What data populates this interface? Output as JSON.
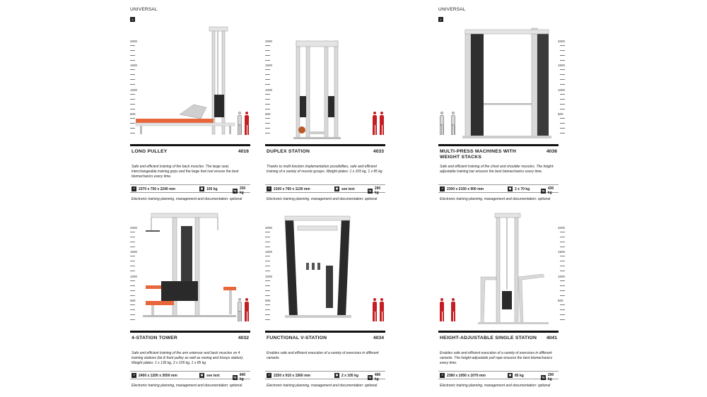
{
  "sections": [
    {
      "label": "UNIVERSAL",
      "page_num": "4"
    },
    {
      "label": "UNIVERSAL",
      "page_num": "4"
    }
  ],
  "scale_ticks": [
    "2000",
    "1500",
    "1000",
    "500"
  ],
  "footnote": "Electronic training planning, management and documentation: optional",
  "cards": [
    {
      "title": "LONG PULLEY",
      "code": "4016",
      "description": "Safe and efficient training of the back muscles. The large seat, interchangeable training grips and the large foot rest ensure the best biomechanics every time.",
      "dimensions": "2370 x 750 x 2240 mm",
      "plates": "105 kg",
      "weight": "330 kg"
    },
    {
      "title": "DUPLEX STATION",
      "code": "4033",
      "description": "Thanks to multi-function implementation possibilities, safe and efficient training of a variety of muscle groups. Weight plates: 1 x 105 kg, 1 x 85 kg",
      "dimensions": "2100 x 760 x 1130 mm",
      "plates": "see text",
      "weight": "290 kg"
    },
    {
      "title": "MULTI-PRESS MACHINES WITH WEIGHT STACKS",
      "code": "4036",
      "description": "Safe and efficient training of the chest and shoulder muscles. The height-adjustable training bar ensures the best biomechanics every time.",
      "dimensions": "2300 x 2150 x 900 mm",
      "plates": "2 x 70 kg",
      "weight": "430 kg"
    },
    {
      "title": "4-STATION TOWER",
      "code": "4032",
      "description": "Safe and efficient training of the arm extensor and back muscles on 4 training stations (lat & front pulley as well as rowing and triceps station). Weight plates: 1 x 135 kg, 2 x 105 kg, 1 x 85 kg",
      "dimensions": "2400 x 1200 x 3050 mm",
      "plates": "see text",
      "weight": "840 kg"
    },
    {
      "title": "FUNCTIONAL V-STATION",
      "code": "4034",
      "description": "Enables safe and efficient execution of a variety of exercises in different variants.",
      "dimensions": "2250 x 910 x 1560 mm",
      "plates": "2 x 105 kg",
      "weight": "490 kg"
    },
    {
      "title": "HEIGHT-ADJUSTABLE SINGLE STATION",
      "code": "4041",
      "description": "Enables safe and efficient execution of a variety of exercises in different variants. The height-adjustable pull rope ensures the best biomechanics every time.",
      "dimensions": "2380 x 1050 x 1070 mm",
      "plates": "85 kg",
      "weight": "200 kg"
    }
  ],
  "icons": {
    "dimensions": "dimensions-icon",
    "plates": "weight-plate-icon",
    "weight": "kg-weight-icon"
  },
  "colors": {
    "accent_red": "#c41e23",
    "upholstery_orange": "#e8663c",
    "frame_grey": "#d9d9d9",
    "text": "#1a1a1a"
  }
}
